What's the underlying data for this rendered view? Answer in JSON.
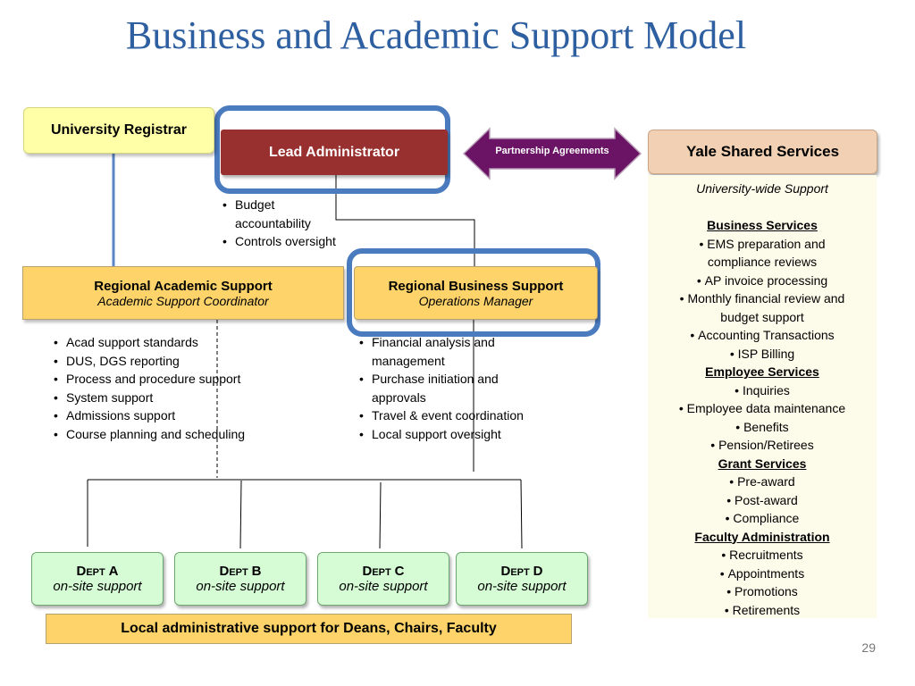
{
  "title": "Business and Academic Support Model",
  "registrar": "University Registrar",
  "lead_admin": "Lead Administrator",
  "partnership": "Partnership Agreements",
  "yale": {
    "title": "Yale Shared Services",
    "subtitle": "University-wide Support",
    "sections": [
      {
        "heading": "Business Services",
        "items": [
          "EMS preparation and compliance reviews",
          "AP invoice processing",
          "Monthly financial review and budget support",
          "Accounting Transactions",
          "ISP Billing"
        ]
      },
      {
        "heading": "Employee Services",
        "items": [
          "Inquiries",
          "Employee data maintenance",
          "Benefits",
          "Pension/Retirees"
        ]
      },
      {
        "heading": "Grant Services",
        "items": [
          "Pre-award",
          "Post-award",
          "Compliance"
        ]
      },
      {
        "heading": "Faculty Administration",
        "items": [
          "Recruitments",
          "Appointments",
          "Promotions",
          "Retirements"
        ]
      }
    ]
  },
  "lead_bullets": [
    "Budget accountability",
    "Controls oversight"
  ],
  "ras": {
    "title": "Regional Academic Support",
    "subtitle": "Academic Support Coordinator"
  },
  "rbs": {
    "title": "Regional Business Support",
    "subtitle": "Operations Manager"
  },
  "academic_bullets": [
    "Acad support standards",
    "DUS, DGS reporting",
    "Process and procedure support",
    "System support",
    "Admissions support",
    "Course planning and scheduling"
  ],
  "business_bullets": [
    "Financial analysis and management",
    "Purchase initiation and approvals",
    "Travel & event coordination",
    "Local support oversight"
  ],
  "depts": [
    {
      "first": "D",
      "rest": "ept",
      "letter": "A",
      "sub": "on-site support"
    },
    {
      "first": "D",
      "rest": "ept",
      "letter": "B",
      "sub": "on-site support"
    },
    {
      "first": "D",
      "rest": "ept",
      "letter": "C",
      "sub": "on-site support"
    },
    {
      "first": "D",
      "rest": "ept",
      "letter": "D",
      "sub": "on-site support"
    }
  ],
  "local_support": "Local administrative support for Deans, Chairs, Faculty",
  "page_number": "29",
  "colors": {
    "title": "#2e5fa0",
    "lead_admin": "#98302f",
    "highlight_outline": "#4a7bbf",
    "partnership_arrow": "#6b1466",
    "regional_fill": "#fdd36a",
    "dept_fill": "#d6fcd6",
    "registrar_fill": "#ffffa8",
    "yale_fill": "#f1d0b3"
  }
}
